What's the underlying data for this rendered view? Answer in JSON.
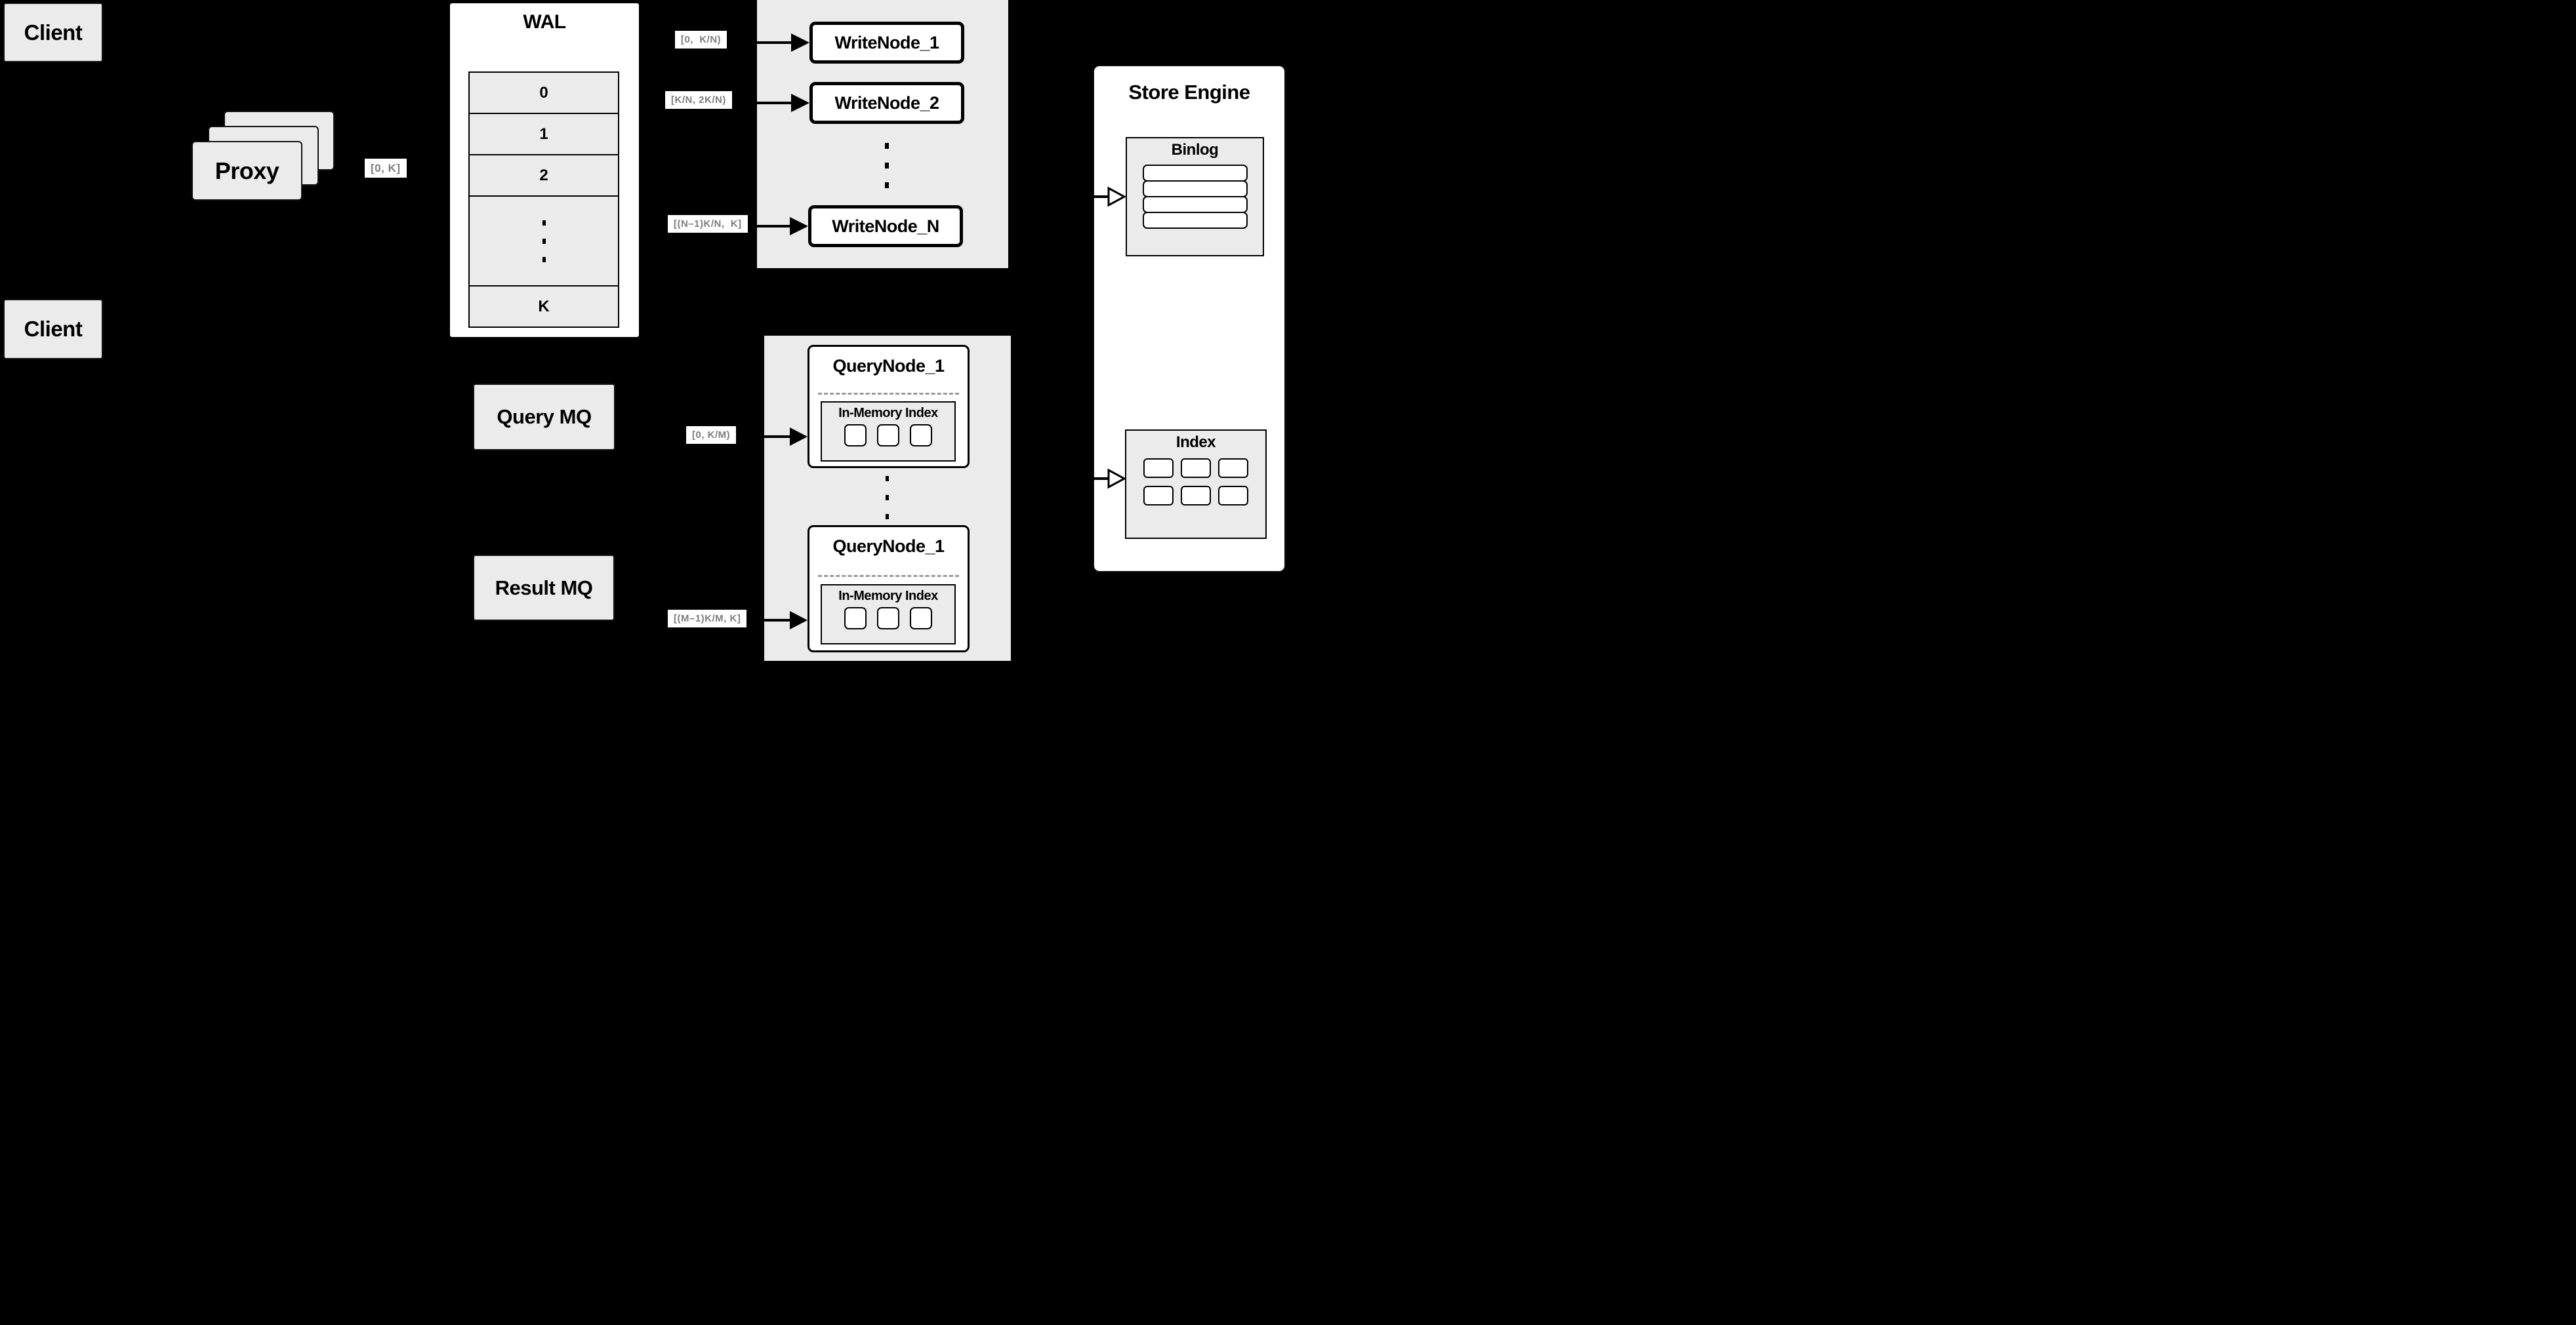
{
  "clients": {
    "top": "Client",
    "bottom": "Client"
  },
  "proxy": {
    "label": "Proxy",
    "range_label": "[0, K]"
  },
  "wal": {
    "title": "WAL",
    "rows": [
      "0",
      "1",
      "2"
    ],
    "ellipsis": "⋮",
    "last_row": "K"
  },
  "write_nodes": {
    "range1": "[0,  K/N)",
    "range2": "[K/N, 2K/N)",
    "rangeN": "[(N–1)K/N,  K]",
    "node1": "WriteNode_1",
    "node2": "WriteNode_2",
    "nodeN": "WriteNode_N",
    "ellipsis": "⋮"
  },
  "store_engine": {
    "title": "Store Engine",
    "binlog_title": "Binlog",
    "index_title": "Index"
  },
  "mq": {
    "query": "Query MQ",
    "result": "Result MQ"
  },
  "query_nodes": {
    "range1": "[0, K/M)",
    "range2": "[(M–1)K/M, K]",
    "node1_title": "QueryNode_1",
    "node1_inner": "In-Memory Index",
    "node2_title": "QueryNode_1",
    "node2_inner": "In-Memory Index",
    "ellipsis": "⋮"
  },
  "colors": {
    "background": "#000000",
    "panel_gray": "#ebebeb",
    "node_fill": "#ffffff",
    "line": "#000000",
    "range_text": "#7d7d7d"
  }
}
